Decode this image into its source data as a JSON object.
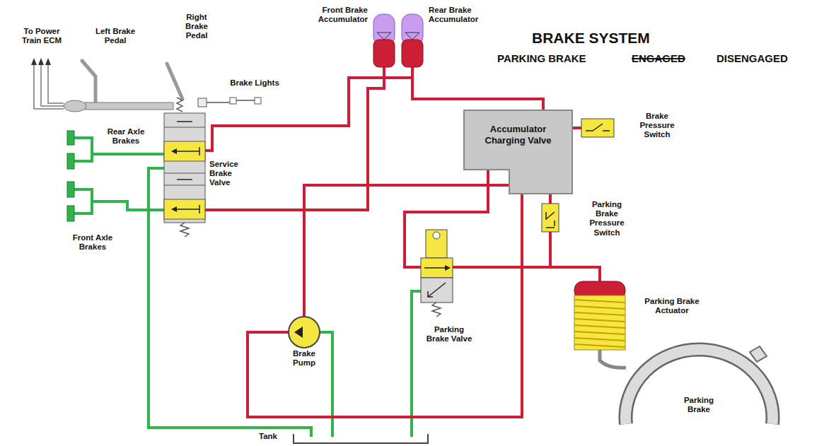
{
  "diagram": {
    "title": "BRAKE SYSTEM",
    "nodes": [
      {
        "text": [
          "Accumulator Charging Valve"
        ]
      }
    ],
    "labels": [
      "PARKING BRAKE",
      "ENGAGED",
      "DISENGAGED",
      "To Power Train ECM",
      "Left Brake Pedal",
      "Right Brake Pedal",
      "Brake Lights",
      "Front Brake Accumulator",
      "Rear Brake Accumulator",
      "Rear Axle Brakes",
      "Service Brake Valve",
      "Front Axle Brakes",
      "Brake Pressure Switch",
      "Parking Brake Pressure Switch",
      "Parking Brake Actuator",
      "Brake Pump",
      "Parking Brake Valve",
      "Parking Brake",
      "Tank"
    ]
  }
}
